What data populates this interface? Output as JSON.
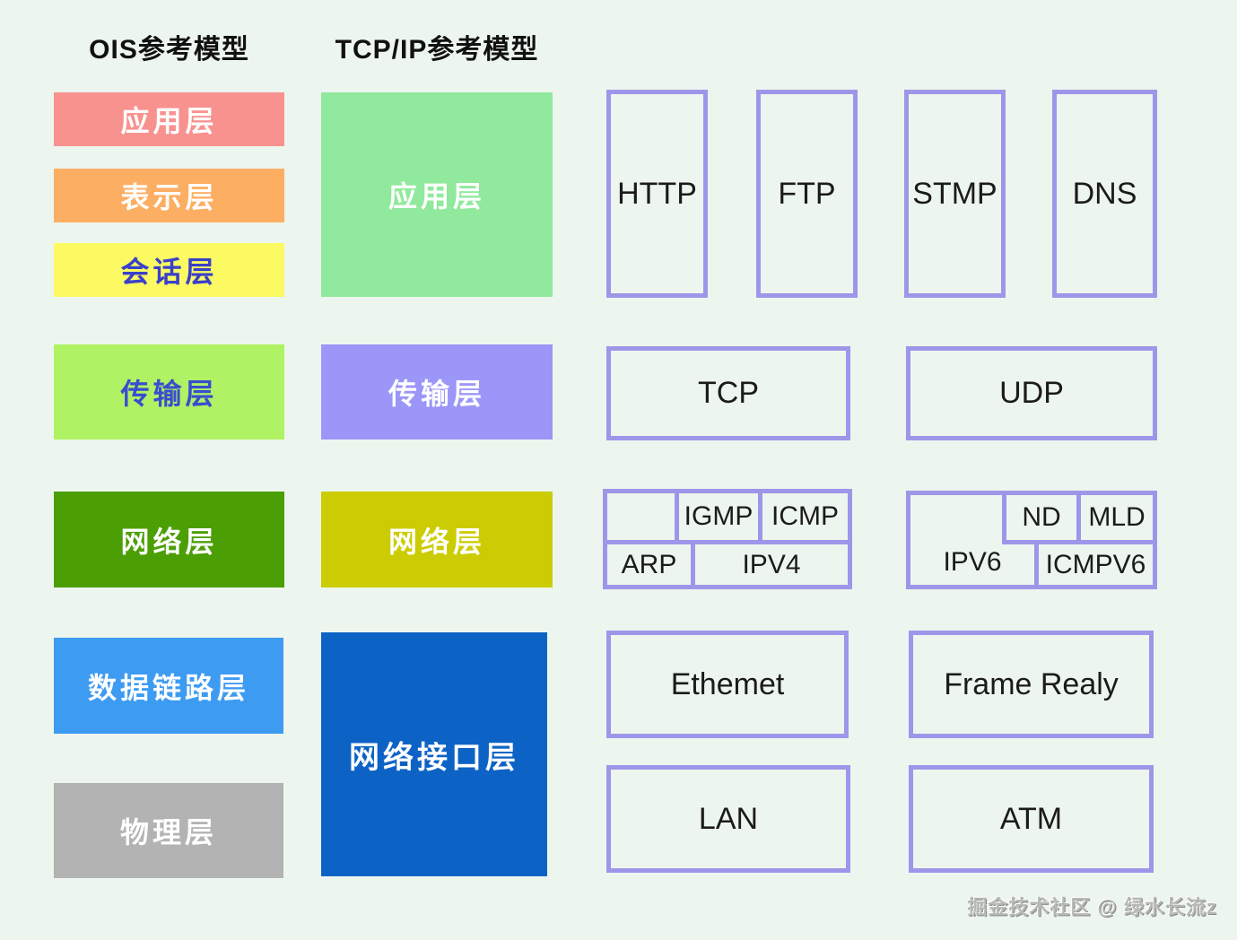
{
  "canvas": {
    "background": "#edf6ee",
    "border_color": "#9d96e9"
  },
  "titles": {
    "osi": "OIS参考模型",
    "tcpip": "TCP/IP参考模型"
  },
  "osi_layers": [
    {
      "label": "应用层",
      "bg": "#f8928f",
      "fg": "#ffffff"
    },
    {
      "label": "表示层",
      "bg": "#fcae62",
      "fg": "#ffffff"
    },
    {
      "label": "会话层",
      "bg": "#fbfa63",
      "fg": "#3a40c8"
    },
    {
      "label": "传输层",
      "bg": "#aff263",
      "fg": "#3a4cd0"
    },
    {
      "label": "网络层",
      "bg": "#4c9e05",
      "fg": "#ffffff"
    },
    {
      "label": "数据链路层",
      "bg": "#3d9bf2",
      "fg": "#ffffff"
    },
    {
      "label": "物理层",
      "bg": "#b3b3b3",
      "fg": "#ffffff"
    }
  ],
  "tcpip_layers": [
    {
      "label": "应用层",
      "bg": "#90e99c",
      "fg": "#ffffff"
    },
    {
      "label": "传输层",
      "bg": "#9b96f8",
      "fg": "#ffffff"
    },
    {
      "label": "网络层",
      "bg": "#cccc04",
      "fg": "#ffffff"
    },
    {
      "label": "网络接口层",
      "bg": "#0c63c5",
      "fg": "#ffffff"
    }
  ],
  "protocols": {
    "application": [
      "HTTP",
      "FTP",
      "STMP",
      "DNS"
    ],
    "transport": [
      "TCP",
      "UDP"
    ],
    "network_left": {
      "igmp": "IGMP",
      "icmp": "ICMP",
      "arp": "ARP",
      "ipv4": "IPV4"
    },
    "network_right": {
      "nd": "ND",
      "mld": "MLD",
      "ipv6": "IPV6",
      "icmpv6": "ICMPV6"
    },
    "datalink": [
      "Ethemet",
      "Frame Realy"
    ],
    "physical": [
      "LAN",
      "ATM"
    ]
  },
  "watermark": "掘金技术社区 @ 绿水长流z"
}
